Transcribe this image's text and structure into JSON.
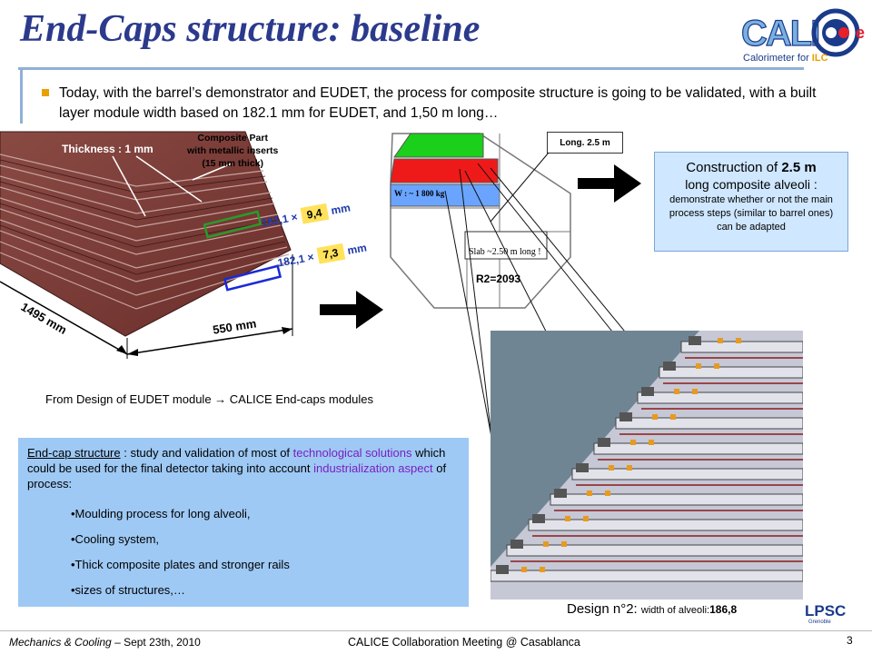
{
  "header": {
    "title": "End-Caps structure: baseline",
    "logo_text": "CALICE",
    "logo_sub_prefix": "Calorimeter for ",
    "logo_sub_accent": "ILC"
  },
  "bullet": {
    "text": "Today, with the barrel’s demonstrator and EUDET, the process for composite structure is going to be validated, with a built layer module width based on 182.1 mm for EUDET, and 1,50 m long…"
  },
  "stack_figure": {
    "thickness_label": "Thickness : 1 mm",
    "composite_label_1": "Composite Part",
    "composite_label_2": "with metallic inserts",
    "composite_label_3": "(15 mm thick)",
    "dim1_prefix": "182,1 ×",
    "dim1_value": "9,4",
    "dim1_unit": "mm",
    "dim2_prefix": "182,1 ×",
    "dim2_value": "7,3",
    "dim2_unit": "mm",
    "length_label": "1495 mm",
    "width_label": "550 mm"
  },
  "octagon": {
    "weight_label": "W : ~ 1 800 kg",
    "slab_label": "Slab ~2.50 m long !",
    "radius_label": "R2=2093",
    "long_label": "Long.  2.5 m"
  },
  "construction": {
    "line1_prefix": "Construction of ",
    "line1_bold": "2.5 m",
    "line2": "long composite alveoli :",
    "line3": "demonstrate whether or not the main process steps (similar to barrel ones) can be adapted"
  },
  "from_design": "From Design of EUDET module → CALICE End-caps modules",
  "panel": {
    "intro_underlined": "End-cap structure",
    "intro_a": " : study and validation of most of ",
    "intro_purple1": "technological solutions",
    "intro_b": " which could be used for the final detector taking into account ",
    "intro_purple2": "industrialization aspect",
    "intro_c": " of process:",
    "items": [
      "•Moulding process for long alveoli,",
      "•Cooling system,",
      "•Thick composite plates and stronger rails",
      "•sizes of structures,…"
    ]
  },
  "design_caption": {
    "main": "Design n°2: ",
    "small": "width of alveoli:",
    "value": "186,8"
  },
  "lpsc": {
    "text": "LPSC",
    "sub": "Grenoble"
  },
  "footer": {
    "left_italic": "Mechanics & Cooling",
    "left_date": "  – Sept 23th, 2010",
    "middle": "CALICE  Collaboration Meeting @ Casablanca",
    "page": "3"
  },
  "colors": {
    "title": "#2b3a8c",
    "panel": "#9ec9f5",
    "construct_box": "#cfe7ff",
    "accent_orange": "#e8a000",
    "purple": "#7a1fc0",
    "stack_brown": "#7a3a36"
  }
}
